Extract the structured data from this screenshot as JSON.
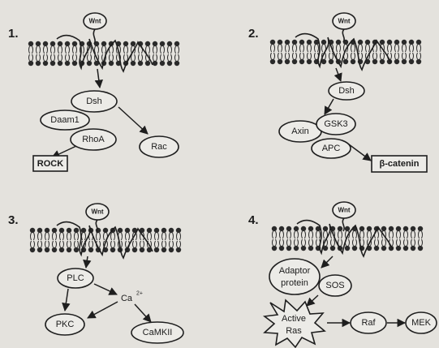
{
  "panels": [
    {
      "number": "1.",
      "wnt": "Wnt",
      "nodes": {
        "dsh": "Dsh",
        "daam1": "Daam1",
        "rhoa": "RhoA",
        "rac": "Rac",
        "rock": "ROCK"
      }
    },
    {
      "number": "2.",
      "wnt": "Wnt",
      "nodes": {
        "dsh": "Dsh",
        "axin": "Axin",
        "gsk3": "GSK3",
        "apc": "APC",
        "beta_catenin": "β-catenin"
      }
    },
    {
      "number": "3.",
      "wnt": "Wnt",
      "nodes": {
        "plc": "PLC",
        "ca": "Ca",
        "ca_sup": "2+",
        "pkc": "PKC",
        "camkii": "CaMKII"
      }
    },
    {
      "number": "4.",
      "wnt": "Wnt",
      "nodes": {
        "adaptor_line1": "Adaptor",
        "adaptor_line2": "protein",
        "sos": "SOS",
        "ras_line1": "Active",
        "ras_line2": "Ras",
        "raf": "Raf",
        "mek": "MEK"
      }
    }
  ]
}
